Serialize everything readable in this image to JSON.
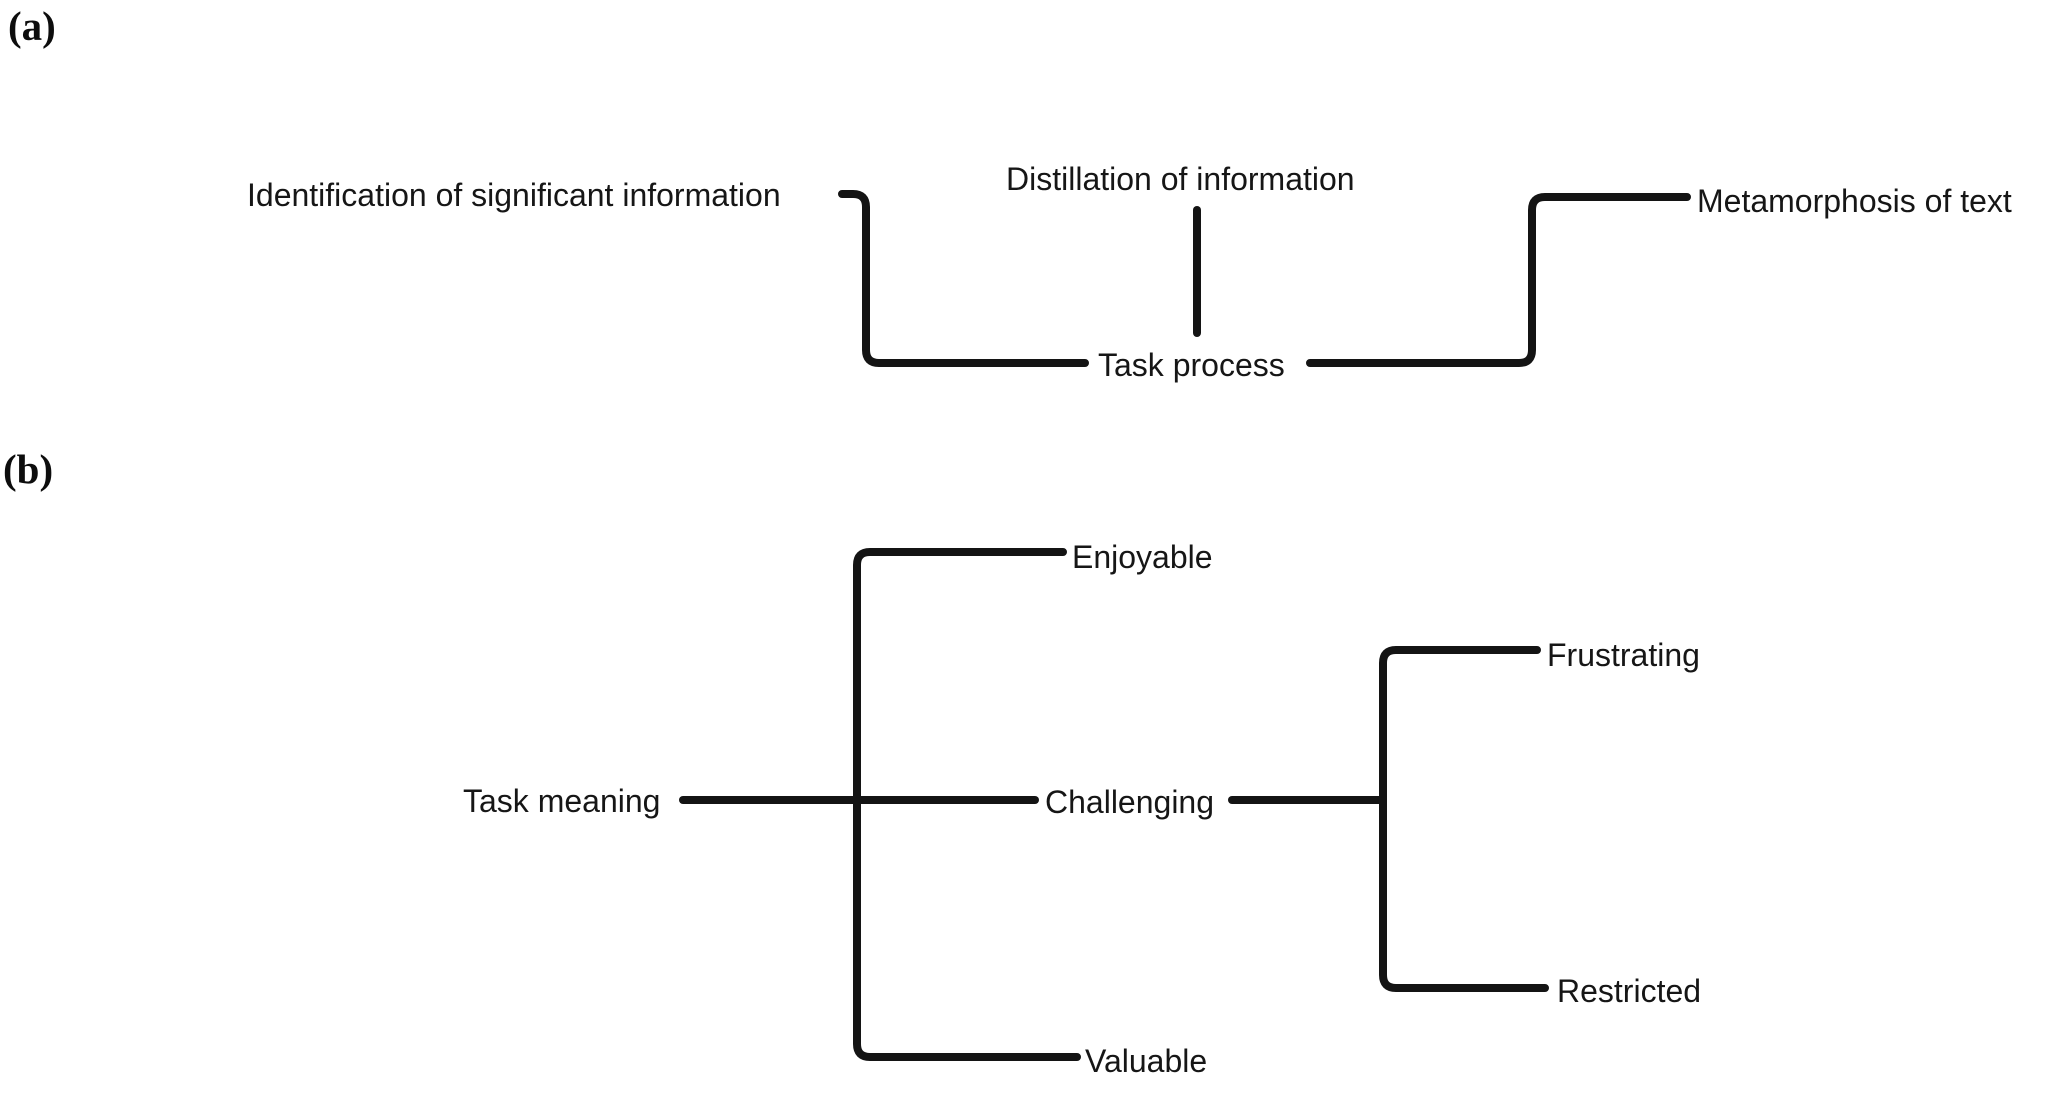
{
  "figure": {
    "background": "#ffffff",
    "line_color": "#141414",
    "panel_a": {
      "label": "(a)",
      "root": "Task process",
      "nodes": {
        "identification": "Identification of significant information",
        "distillation": "Distillation of information",
        "metamorphosis": "Metamorphosis of text"
      },
      "structure": {
        "parent": "Task process",
        "children": [
          "Identification of significant information",
          "Distillation of information",
          "Metamorphosis of text"
        ]
      }
    },
    "panel_b": {
      "label": "(b)",
      "root": "Task meaning",
      "nodes": {
        "enjoyable": "Enjoyable",
        "challenging": "Challenging",
        "valuable": "Valuable",
        "frustrating": "Frustrating",
        "restricted": "Restricted"
      },
      "structure": {
        "parent": "Task meaning",
        "children": [
          "Enjoyable",
          "Challenging",
          "Valuable"
        ],
        "challenging_children": [
          "Frustrating",
          "Restricted"
        ]
      }
    }
  }
}
